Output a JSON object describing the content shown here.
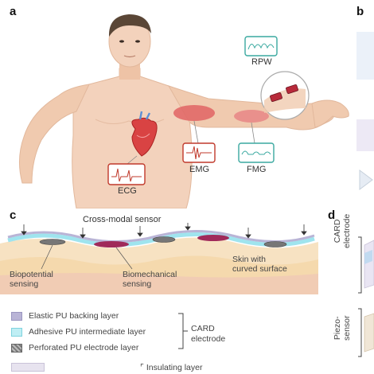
{
  "panels": {
    "a": "a",
    "b": "b",
    "c": "c",
    "d": "d"
  },
  "panel_a": {
    "signals": {
      "rpw": "RPW",
      "ecg": "ECG",
      "emg": "EMG",
      "fmg": "FMG"
    }
  },
  "panel_c": {
    "cross_modal": "Cross-modal sensor",
    "biopotential": [
      "Biopotential",
      "sensing"
    ],
    "biomechanical": [
      "Biomechanical",
      "sensing"
    ],
    "skin": [
      "Skin with",
      "curved surface"
    ],
    "legend": {
      "elastic": "Elastic PU backing layer",
      "adhesive": "Adhesive PU intermediate layer",
      "perforated": "Perforated PU electrode layer",
      "card": [
        "CARD",
        "electrode"
      ],
      "insulating": "Insulating layer"
    }
  },
  "panel_d": {
    "card_electrode": [
      "CARD",
      "electrode"
    ],
    "piezo_sensor": [
      "Piezo-",
      "sensor"
    ]
  },
  "colors": {
    "skin": "#f3d2bc",
    "muscle": "#e06464",
    "backing": "#b9b4d6",
    "adhesive": "#bfeef4",
    "sensor_pad": "#a02a5a",
    "accent_teal": "#3aa9a0"
  }
}
